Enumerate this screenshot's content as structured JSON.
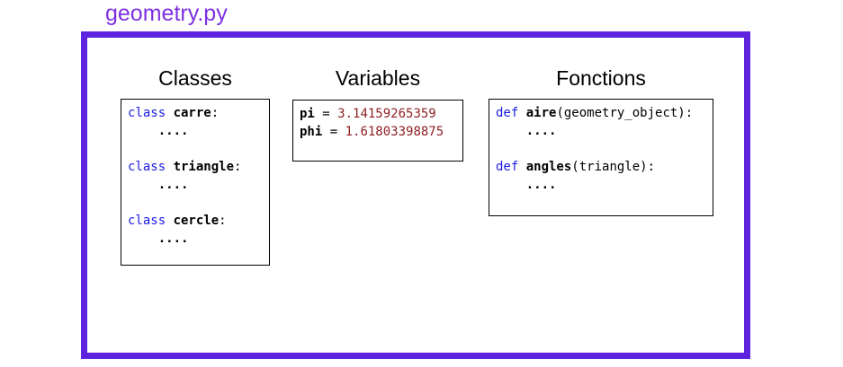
{
  "title": "geometry.py",
  "colors": {
    "frame": "#5d23de",
    "title": "#7d31e0",
    "keyword": "#1c1ce6",
    "number": "#8e2023"
  },
  "sections": [
    {
      "id": "classes",
      "header": "Classes",
      "code_lines": [
        [
          {
            "t": "class ",
            "c": "kw"
          },
          {
            "t": "carre",
            "c": "name"
          },
          {
            "t": ":",
            "c": "plain"
          }
        ],
        [
          {
            "t": "    ",
            "c": "plain"
          },
          {
            "t": "....",
            "c": "name"
          }
        ],
        [],
        [
          {
            "t": "class ",
            "c": "kw"
          },
          {
            "t": "triangle",
            "c": "name"
          },
          {
            "t": ":",
            "c": "plain"
          }
        ],
        [
          {
            "t": "    ",
            "c": "plain"
          },
          {
            "t": "....",
            "c": "name"
          }
        ],
        [],
        [
          {
            "t": "class ",
            "c": "kw"
          },
          {
            "t": "cercle",
            "c": "name"
          },
          {
            "t": ":",
            "c": "plain"
          }
        ],
        [
          {
            "t": "    ",
            "c": "plain"
          },
          {
            "t": "....",
            "c": "name"
          }
        ]
      ]
    },
    {
      "id": "variables",
      "header": "Variables",
      "code_lines": [
        [
          {
            "t": "pi",
            "c": "name"
          },
          {
            "t": " = ",
            "c": "plain"
          },
          {
            "t": "3.14159265359",
            "c": "num"
          }
        ],
        [
          {
            "t": "phi",
            "c": "name"
          },
          {
            "t": " = ",
            "c": "plain"
          },
          {
            "t": "1.61803398875",
            "c": "num"
          }
        ]
      ]
    },
    {
      "id": "fonctions",
      "header": "Fonctions",
      "code_lines": [
        [
          {
            "t": "def ",
            "c": "kw"
          },
          {
            "t": "aire",
            "c": "name"
          },
          {
            "t": "(geometry_object):",
            "c": "plain"
          }
        ],
        [
          {
            "t": "    ",
            "c": "plain"
          },
          {
            "t": "....",
            "c": "name"
          }
        ],
        [],
        [
          {
            "t": "def ",
            "c": "kw"
          },
          {
            "t": "angles",
            "c": "name"
          },
          {
            "t": "(triangle):",
            "c": "plain"
          }
        ],
        [
          {
            "t": "    ",
            "c": "plain"
          },
          {
            "t": "....",
            "c": "name"
          }
        ]
      ]
    }
  ]
}
